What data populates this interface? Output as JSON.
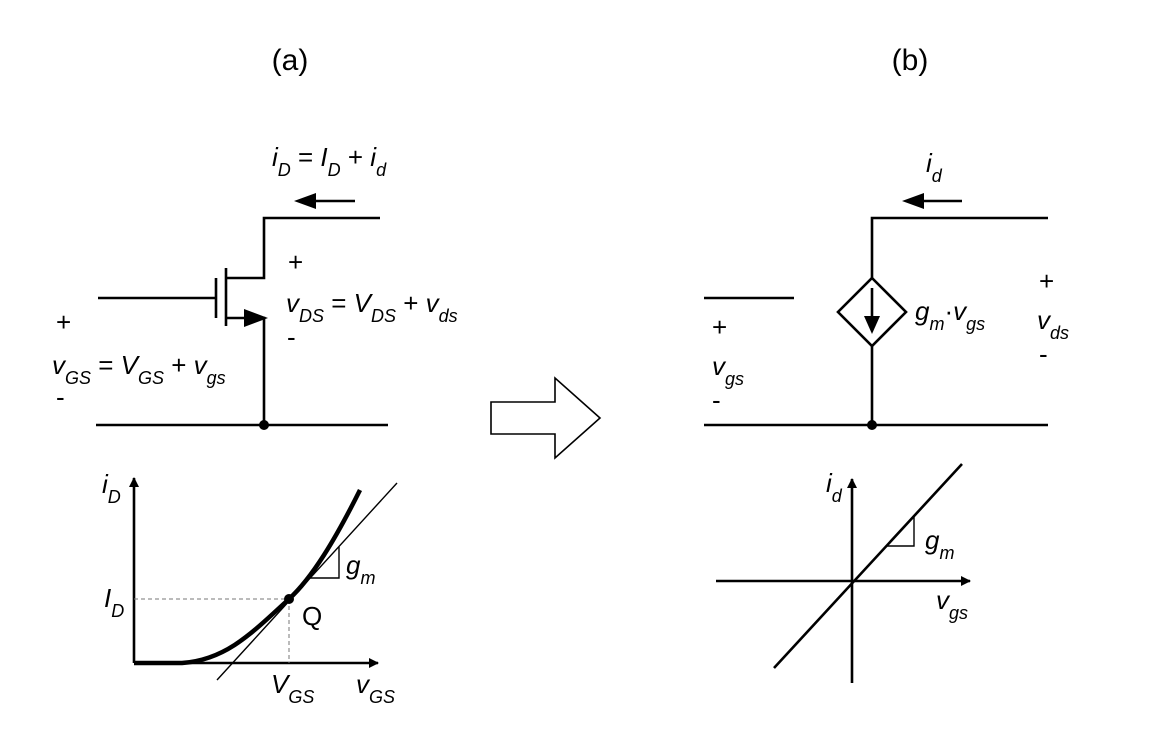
{
  "panel_a": {
    "title": "(a)",
    "id_eq": {
      "lhs": "i",
      "lhs_sub": "D",
      "eq": " = ",
      "I": "I",
      "I_sub": "D",
      "plus": " + ",
      "i": "i",
      "i_sub": "d"
    },
    "vds": {
      "plus": "+",
      "minus": "-",
      "lhs": "v",
      "lhs_sub": "DS",
      "eq": " = ",
      "V": "V",
      "V_sub": "DS",
      "plus2": " + ",
      "v": "v",
      "v_sub": "ds"
    },
    "vgs": {
      "plus": "+",
      "minus": "-",
      "lhs": "v",
      "lhs_sub": "GS",
      "eq": " = ",
      "V": "V",
      "V_sub": "GS",
      "plus2": " + ",
      "v": "v",
      "v_sub": "gs"
    },
    "graph": {
      "yaxis": "i",
      "yaxis_sub": "D",
      "xaxis": "v",
      "xaxis_sub": "GS",
      "y_mark": "I",
      "y_mark_sub": "D",
      "x_mark": "V",
      "x_mark_sub": "GS",
      "q_label": "Q",
      "slope": "g",
      "slope_sub": "m"
    }
  },
  "panel_b": {
    "title": "(b)",
    "id": {
      "i": "i",
      "sub": "d"
    },
    "source": {
      "g": "g",
      "g_sub": "m",
      "dot": "·",
      "v": "v",
      "v_sub": "gs"
    },
    "vgs": {
      "plus": "+",
      "minus": "-",
      "v": "v",
      "sub": "gs"
    },
    "vds": {
      "plus": "+",
      "minus": "-",
      "v": "v",
      "sub": "ds"
    },
    "graph": {
      "yaxis": "i",
      "yaxis_sub": "d",
      "xaxis": "v",
      "xaxis_sub": "gs",
      "slope": "g",
      "slope_sub": "m"
    }
  }
}
